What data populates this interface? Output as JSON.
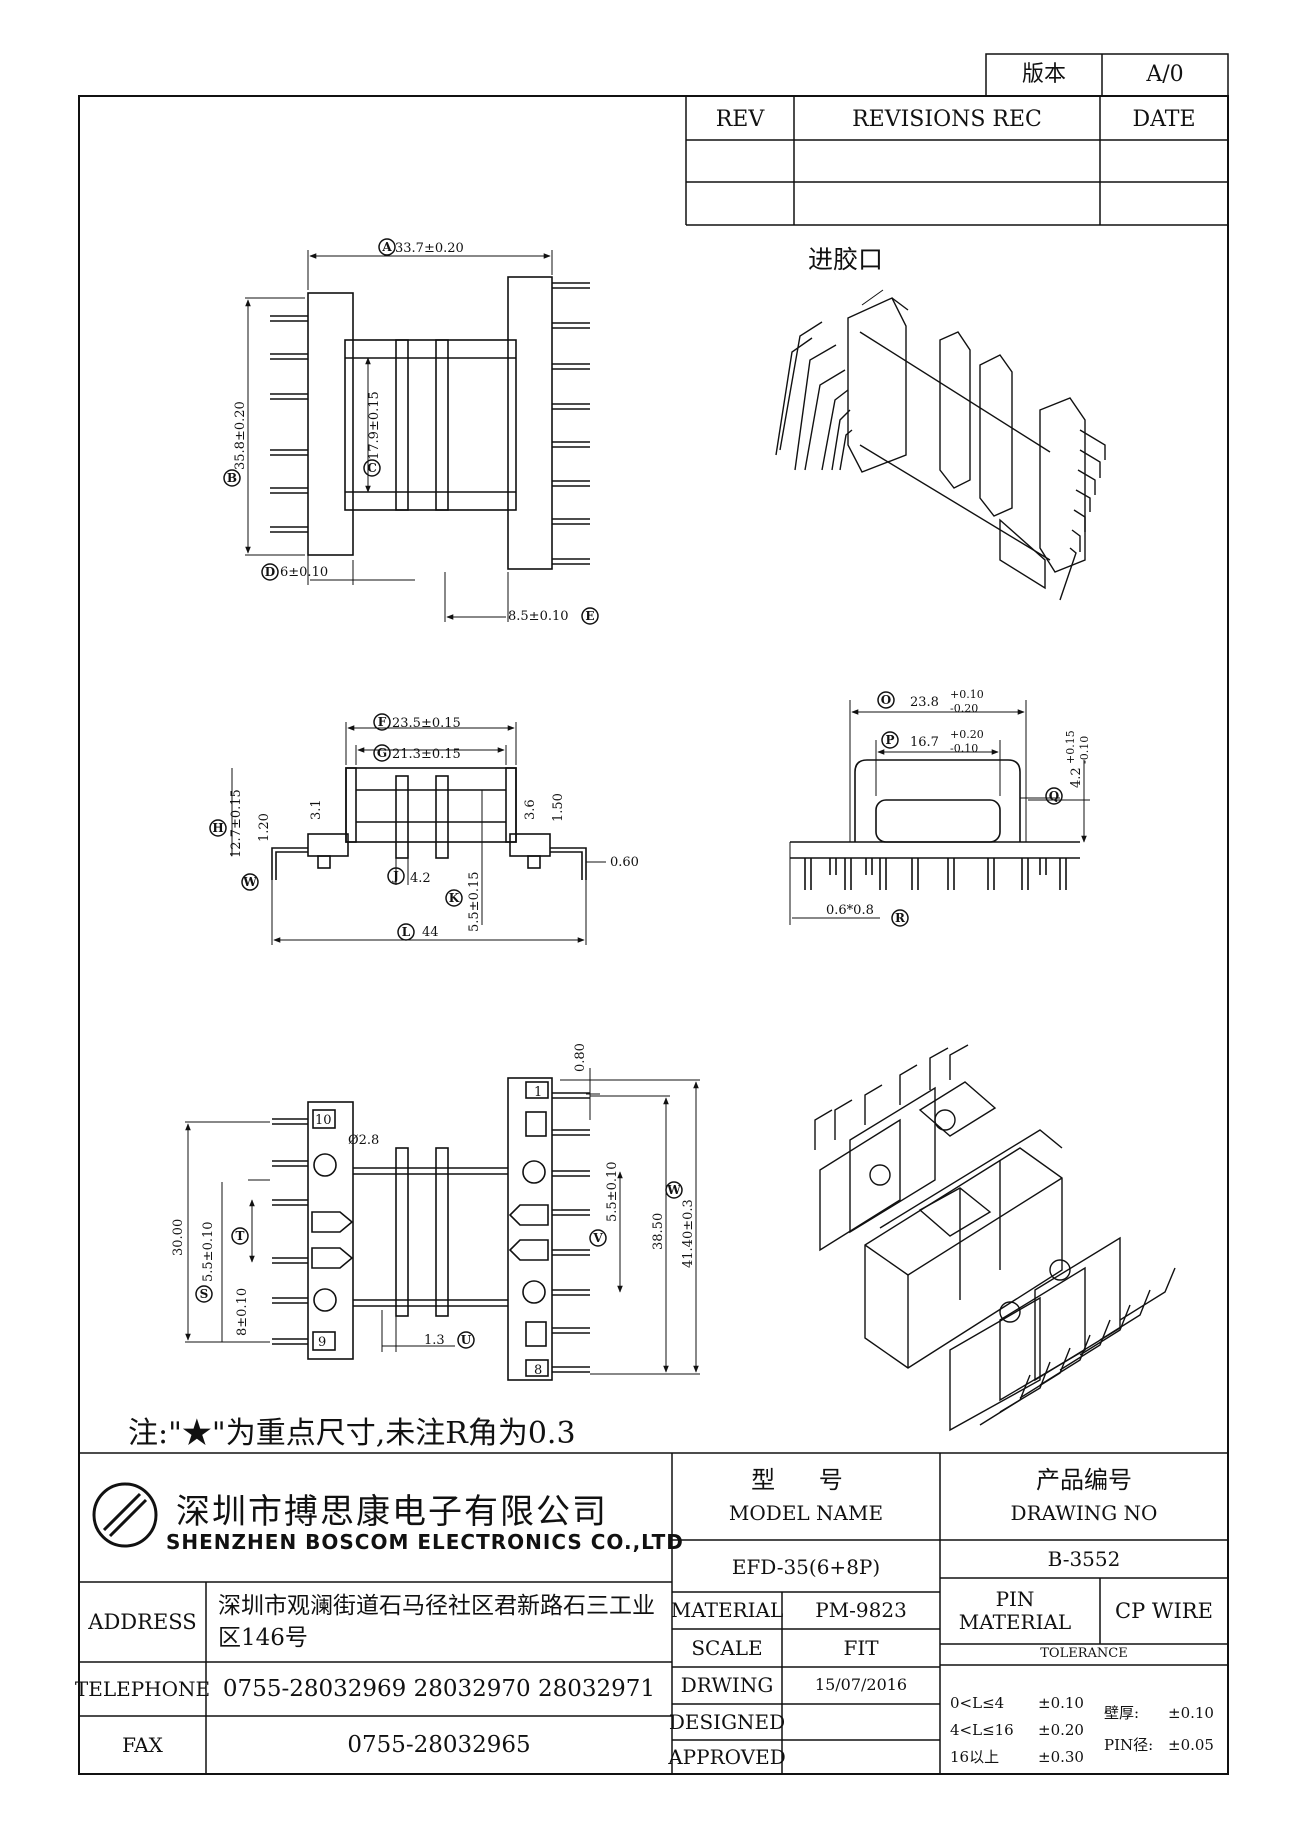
{
  "version": {
    "label": "版本",
    "value": "A/0"
  },
  "revisions": {
    "rev": "REV",
    "rec": "REVISIONS REC",
    "date": "DATE"
  },
  "views": {
    "gate_label": "进胶口",
    "dim_A": "33.7±0.20",
    "dim_B": "35.8±0.20",
    "dim_C": "17.9±0.15",
    "dim_D": "6±0.10",
    "dim_E": "8.5±0.10",
    "dim_F": "23.5±0.15",
    "dim_G": "21.3±0.15",
    "dim_H": "12.7±0.15",
    "dim_120": "1.20",
    "dim_31": "3.1",
    "dim_36": "3.6",
    "dim_150": "1.50",
    "dim_060": "0.60",
    "dim_J": "4.2",
    "dim_K": "5.5±0.15",
    "dim_L": "44",
    "dim_O_nom": "23.8",
    "dim_O_up": "+0.10",
    "dim_O_lo": "-0.20",
    "dim_P_nom": "16.7",
    "dim_P_up": "+0.20",
    "dim_P_lo": "-0.10",
    "dim_Q_nom": "4.2",
    "dim_Q_up": "+0.15",
    "dim_Q_lo": "-0.10",
    "dim_R": "0.6*0.8",
    "dim_080": "0.80",
    "dim_dia": "Ø2.8",
    "dim_3000": "30.00",
    "dim_S": "5.5±0.10",
    "dim_T": "8±0.10",
    "dim_U": "1.3",
    "dim_V": "5.5±0.10",
    "dim_3850": "38.50",
    "dim_W": "41.40±0.3",
    "pin_1": "1",
    "pin_8": "8",
    "pin_9": "9",
    "pin_10": "10",
    "letters": [
      "A",
      "B",
      "C",
      "D",
      "E",
      "F",
      "G",
      "H",
      "W",
      "J",
      "K",
      "L",
      "O",
      "P",
      "Q",
      "R",
      "S",
      "T",
      "U",
      "V",
      "W"
    ]
  },
  "note": "注:\"★\"为重点尺寸,未注R角为0.3",
  "company": {
    "cn": "深圳市搏思康电子有限公司",
    "en": "SHENZHEN BOSCOM ELECTRONICS CO.,LTD"
  },
  "model": {
    "cn": "型 号",
    "en": "MODEL NAME",
    "value": "EFD-35(6+8P)"
  },
  "drawing": {
    "cn": "产品编号",
    "en": "DRAWING NO",
    "value": "B-3552"
  },
  "address": {
    "label": "ADDRESS",
    "value": "深圳市观澜街道石马径社区君新路石三工业区146号"
  },
  "telephone": {
    "label": "TELEPHONE",
    "value": "0755-28032969 28032970 28032971"
  },
  "fax": {
    "label": "FAX",
    "value": "0755-28032965"
  },
  "material": {
    "label": "MATERIAL",
    "value": "PM-9823"
  },
  "scale": {
    "label": "SCALE",
    "value": "FIT"
  },
  "drwing": {
    "label": "DRWING",
    "value": "15/07/2016"
  },
  "designed": {
    "label": "DESIGNED",
    "value": ""
  },
  "approved": {
    "label": "APPROVED",
    "value": ""
  },
  "pin_material": {
    "label": "PIN MATERIAL",
    "value": "CP WIRE"
  },
  "tolerance": {
    "label": "TOLERANCE",
    "rows": [
      {
        "range": "0<L≤4",
        "tol": "±0.10"
      },
      {
        "range": "4<L≤16",
        "tol": "±0.20"
      },
      {
        "range": "16以上",
        "tol": "±0.30"
      }
    ],
    "wall": {
      "label": "壁厚:",
      "tol": "±0.10"
    },
    "pin": {
      "label": "PIN径:",
      "tol": "±0.05"
    }
  }
}
